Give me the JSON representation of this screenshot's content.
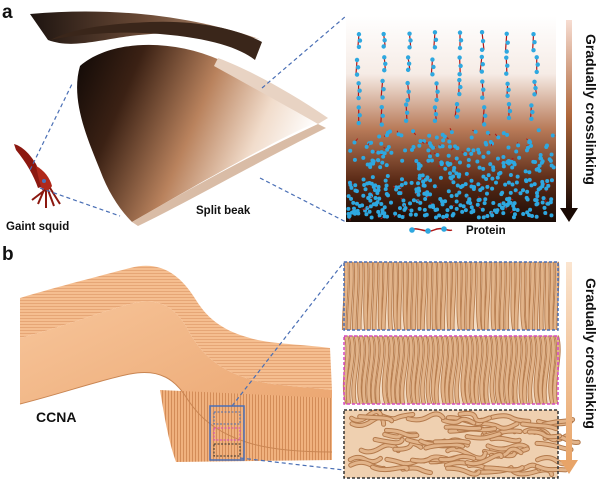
{
  "panel_a": {
    "letter": "a",
    "label_squid": "Gaint squid",
    "label_beak": "Split beak",
    "label_protein": "Protein",
    "side_label": "Gradually crosslinking"
  },
  "panel_b": {
    "letter": "b",
    "label_material": "CCNA",
    "side_label": "Gradually crosslinking"
  },
  "colors": {
    "protein_node": "#2ea8e0",
    "protein_link": "#b01818",
    "beak_dark": "#1a0e08",
    "beak_light": "#c98f62",
    "ccna_fill": "#f2b27f",
    "fiber_fill": "#e2b48a",
    "inset_border": "#4a6fb5",
    "middle_inset_border": "#d548c4",
    "arrow_orange": "#e8a468"
  }
}
